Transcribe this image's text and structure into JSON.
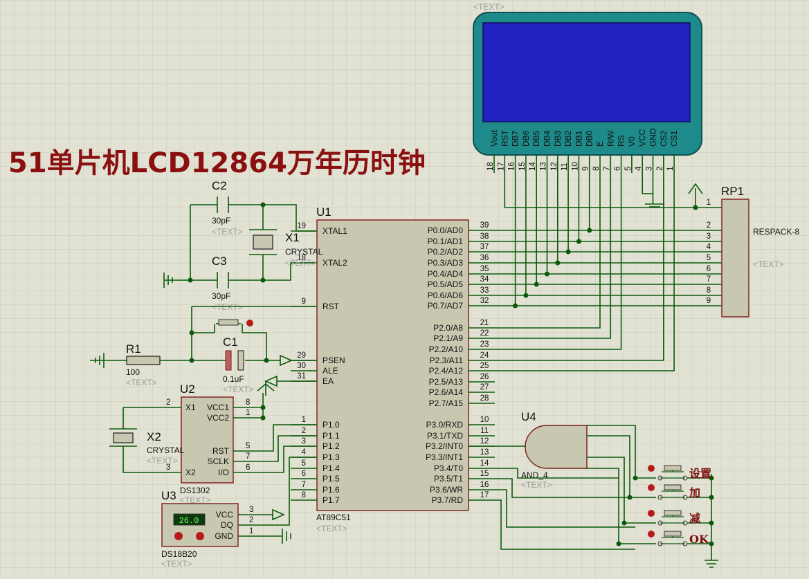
{
  "title": "51单片机LCD12864万年历时钟",
  "text_placeholder": "<TEXT>",
  "u1": {
    "ref": "U1",
    "name": "AT89C51",
    "left_pins": [
      {
        "num": "19",
        "label": "XTAL1"
      },
      {
        "num": "18",
        "label": "XTAL2"
      },
      {
        "num": "9",
        "label": "RST"
      },
      {
        "num": "29",
        "label": "PSEN"
      },
      {
        "num": "30",
        "label": "ALE"
      },
      {
        "num": "31",
        "label": "EA"
      },
      {
        "num": "1",
        "label": "P1.0"
      },
      {
        "num": "2",
        "label": "P1.1"
      },
      {
        "num": "3",
        "label": "P1.2"
      },
      {
        "num": "4",
        "label": "P1.3"
      },
      {
        "num": "5",
        "label": "P1.4"
      },
      {
        "num": "6",
        "label": "P1.5"
      },
      {
        "num": "7",
        "label": "P1.6"
      },
      {
        "num": "8",
        "label": "P1.7"
      }
    ],
    "right_pins": [
      {
        "num": "39",
        "label": "P0.0/AD0"
      },
      {
        "num": "38",
        "label": "P0.1/AD1"
      },
      {
        "num": "37",
        "label": "P0.2/AD2"
      },
      {
        "num": "36",
        "label": "P0.3/AD3"
      },
      {
        "num": "35",
        "label": "P0.4/AD4"
      },
      {
        "num": "34",
        "label": "P0.5/AD5"
      },
      {
        "num": "33",
        "label": "P0.6/AD6"
      },
      {
        "num": "32",
        "label": "P0.7/AD7"
      },
      {
        "num": "21",
        "label": "P2.0/A8"
      },
      {
        "num": "22",
        "label": "P2.1/A9"
      },
      {
        "num": "23",
        "label": "P2.2/A10"
      },
      {
        "num": "24",
        "label": "P2.3/A11"
      },
      {
        "num": "25",
        "label": "P2.4/A12"
      },
      {
        "num": "26",
        "label": "P2.5/A13"
      },
      {
        "num": "27",
        "label": "P2.6/A14"
      },
      {
        "num": "28",
        "label": "P2.7/A15"
      },
      {
        "num": "10",
        "label": "P3.0/RXD"
      },
      {
        "num": "11",
        "label": "P3.1/TXD"
      },
      {
        "num": "12",
        "label": "P3.2/INT0"
      },
      {
        "num": "13",
        "label": "P3.3/INT1"
      },
      {
        "num": "14",
        "label": "P3.4/T0"
      },
      {
        "num": "15",
        "label": "P3.5/T1"
      },
      {
        "num": "16",
        "label": "P3.6/WR"
      },
      {
        "num": "17",
        "label": "P3.7/RD"
      }
    ]
  },
  "lcd": {
    "screen_color": "#2020c8",
    "frame_color": "#1a7a7a",
    "pins": [
      {
        "label": "Vout",
        "num": "18"
      },
      {
        "label": "RST",
        "num": "17"
      },
      {
        "label": "DB7",
        "num": "16"
      },
      {
        "label": "DB6",
        "num": "15"
      },
      {
        "label": "DB5",
        "num": "14"
      },
      {
        "label": "DB4",
        "num": "13"
      },
      {
        "label": "DB3",
        "num": "12"
      },
      {
        "label": "DB2",
        "num": "11"
      },
      {
        "label": "DB1",
        "num": "10"
      },
      {
        "label": "DB0",
        "num": "9"
      },
      {
        "label": "E",
        "num": "8"
      },
      {
        "label": "R/W",
        "num": "7"
      },
      {
        "label": "RS",
        "num": "6"
      },
      {
        "label": "V0",
        "num": "5"
      },
      {
        "label": "VCC",
        "num": "4"
      },
      {
        "label": "GND",
        "num": "3"
      },
      {
        "label": "CS2",
        "num": "2"
      },
      {
        "label": "CS1",
        "num": "1"
      }
    ]
  },
  "rp1": {
    "ref": "RP1",
    "name": "RESPACK-8",
    "pins": [
      "1",
      "2",
      "3",
      "4",
      "5",
      "6",
      "7",
      "8",
      "9"
    ]
  },
  "c2": {
    "ref": "C2",
    "value": "30pF"
  },
  "c3": {
    "ref": "C3",
    "value": "30pF"
  },
  "c1": {
    "ref": "C1",
    "value": "0.1uF"
  },
  "x1": {
    "ref": "X1",
    "value": "CRYSTAL"
  },
  "x2": {
    "ref": "X2",
    "value": "CRYSTAL"
  },
  "r1": {
    "ref": "R1",
    "value": "100"
  },
  "u2": {
    "ref": "U2",
    "name": "DS1302",
    "left_pins": [
      {
        "num": "2",
        "label": "X1"
      },
      {
        "num": "3",
        "label": "X2"
      }
    ],
    "right_pins": [
      {
        "num": "8",
        "label": "VCC1"
      },
      {
        "num": "1",
        "label": "VCC2"
      },
      {
        "num": "5",
        "label": "RST"
      },
      {
        "num": "7",
        "label": "SCLK"
      },
      {
        "num": "6",
        "label": "I/O"
      }
    ]
  },
  "u3": {
    "ref": "U3",
    "name": "DS18B20",
    "reading": "26.0",
    "pins": [
      {
        "num": "3",
        "label": "VCC"
      },
      {
        "num": "2",
        "label": "DQ"
      },
      {
        "num": "1",
        "label": "GND"
      }
    ]
  },
  "u4": {
    "ref": "U4",
    "name": "AND_4"
  },
  "buttons": [
    "设置",
    "加",
    "减",
    "OK"
  ]
}
